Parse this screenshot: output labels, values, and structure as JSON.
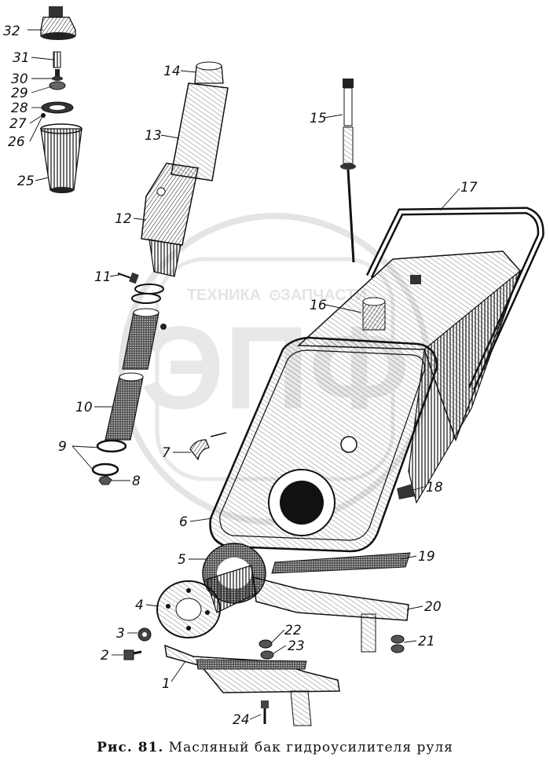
{
  "callouts": {
    "c1": "1",
    "c2": "2",
    "c3": "3",
    "c4": "4",
    "c5": "5",
    "c6": "6",
    "c7": "7",
    "c8": "8",
    "c9": "9",
    "c10": "10",
    "c11": "11",
    "c12": "12",
    "c13": "13",
    "c14": "14",
    "c15": "15",
    "c16": "16",
    "c17": "17",
    "c18": "18",
    "c19": "19",
    "c20": "20",
    "c21": "21",
    "c22": "22",
    "c23": "23",
    "c24": "24",
    "c25": "25",
    "c26": "26",
    "c27": "27",
    "c28": "28",
    "c29": "29",
    "c30": "30",
    "c31": "31",
    "c32": "32"
  },
  "watermark": {
    "left_text": "ТЕХНИКА",
    "right_text": "ЗАПЧАСТИ",
    "logo_text": "ЭПФ"
  },
  "caption": {
    "prefix": "Рис. 81.",
    "text": "Масляный бак гидроусилителя руля"
  }
}
